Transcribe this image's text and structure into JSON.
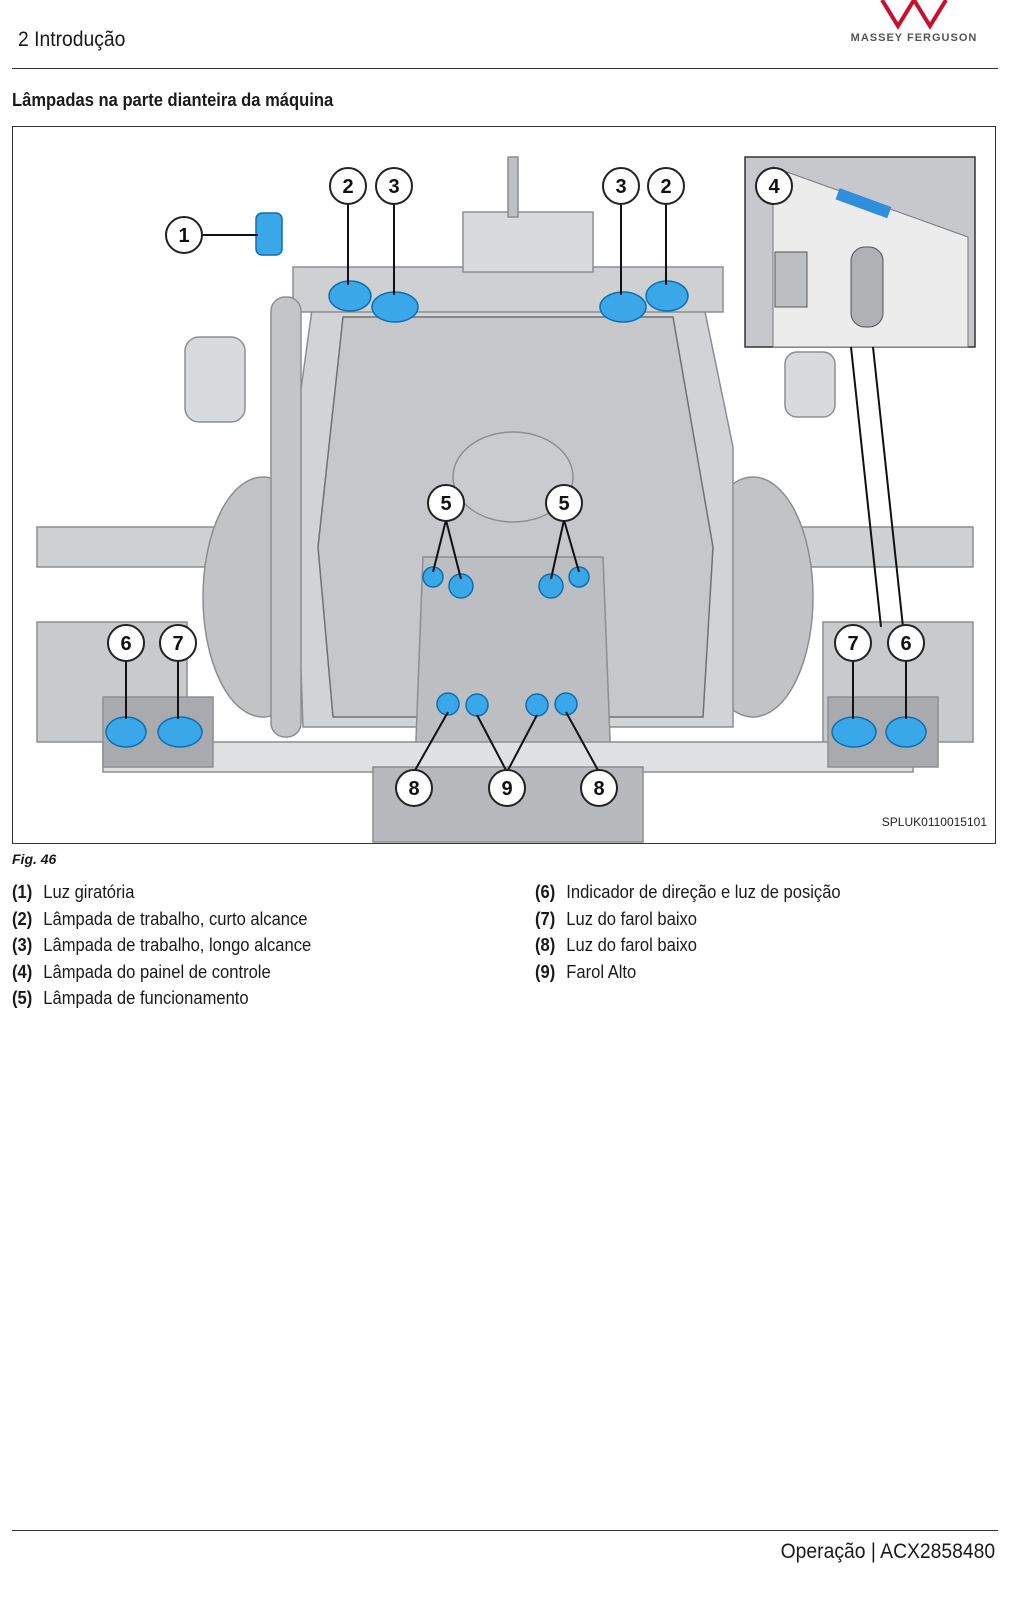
{
  "header": {
    "title": "2 Introdução",
    "brand": "MASSEY FERGUSON"
  },
  "section": {
    "heading": "Lâmpadas na parte dianteira da máquina"
  },
  "figure": {
    "code": "SPLUK0110015101",
    "caption": "Fig. 46",
    "callouts": [
      "1",
      "2",
      "3",
      "3",
      "2",
      "4",
      "5",
      "5",
      "6",
      "7",
      "7",
      "6",
      "8",
      "9",
      "8"
    ]
  },
  "legend": {
    "column1": [
      {
        "num": "(1)",
        "text": "Luz giratória"
      },
      {
        "num": "(2)",
        "text": "Lâmpada de trabalho, curto alcance"
      },
      {
        "num": "(3)",
        "text": "Lâmpada de trabalho, longo alcance"
      },
      {
        "num": "(4)",
        "text": "Lâmpada do painel de controle"
      },
      {
        "num": "(5)",
        "text": "Lâmpada de funcionamento"
      }
    ],
    "column2": [
      {
        "num": "(6)",
        "text": "Indicador de direção e luz de posição"
      },
      {
        "num": "(7)",
        "text": "Luz do farol baixo"
      },
      {
        "num": "(8)",
        "text": "Luz do farol baixo"
      },
      {
        "num": "(9)",
        "text": "Farol Alto"
      }
    ]
  },
  "footer": {
    "text": "Operação | ACX2858480"
  },
  "colors": {
    "lamp": "#3aa7e8",
    "brand_red": "#c8102e"
  }
}
